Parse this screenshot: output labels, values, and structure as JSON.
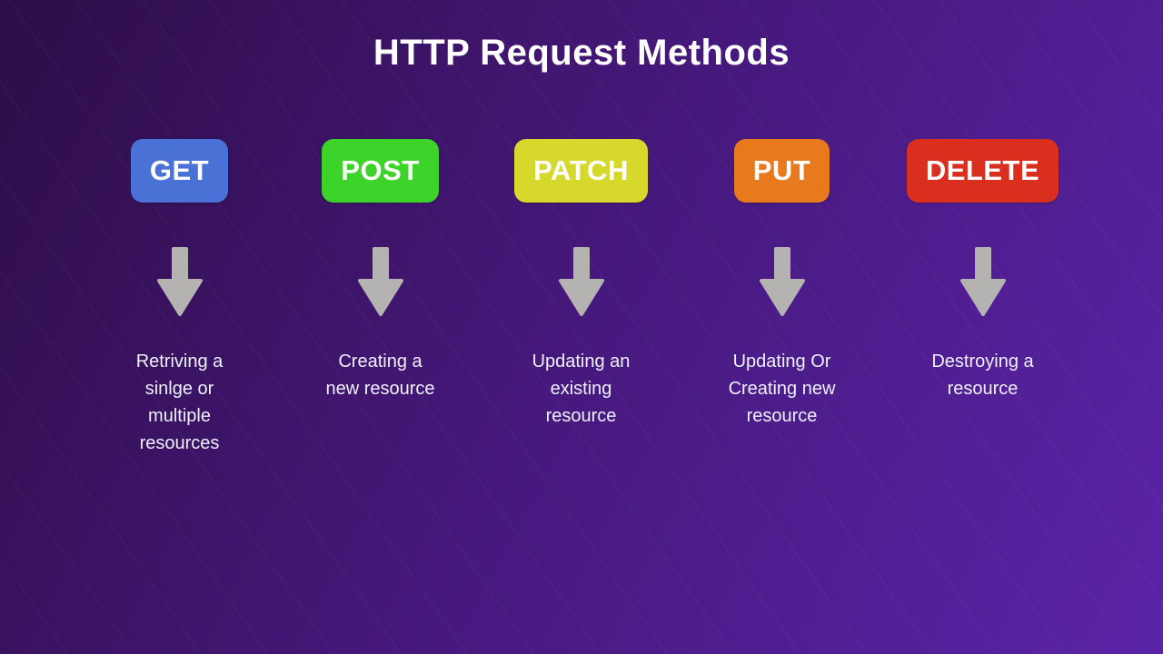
{
  "title": "HTTP Request Methods",
  "colors": {
    "bg_top_left": "#2e0d47",
    "bg_mid": "#47197f",
    "bg_bottom_right": "#5b24a8",
    "title_text": "#ffffff",
    "badge_text": "#ffffff",
    "body_text": "#eef1fb",
    "arrow": "#b5b2b2"
  },
  "methods": [
    {
      "name": "GET",
      "color": "#4a72d6",
      "description": "Retriving a\nsinlge or\nmultiple\nresources"
    },
    {
      "name": "POST",
      "color": "#3ed32a",
      "description": "Creating a\nnew resource"
    },
    {
      "name": "PATCH",
      "color": "#d6d92b",
      "description": "Updating an\nexisting\nresource"
    },
    {
      "name": "PUT",
      "color": "#e8791d",
      "description": "Updating Or\nCreating new\nresource"
    },
    {
      "name": "DELETE",
      "color": "#da2f1f",
      "description": "Destroying a\nresource"
    }
  ]
}
